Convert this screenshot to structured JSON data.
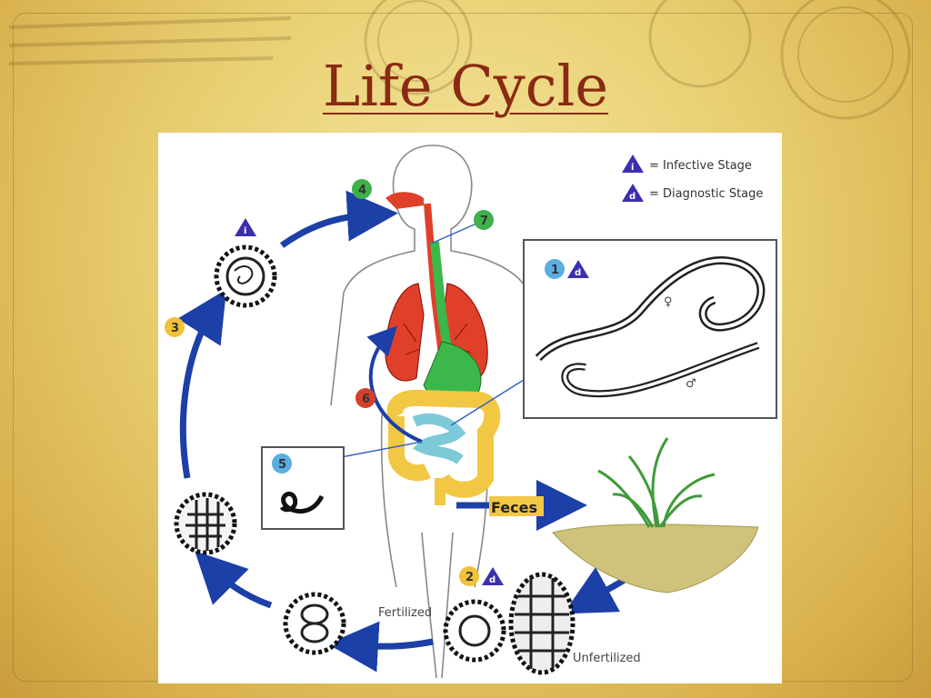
{
  "title": "Life Cycle",
  "legend": {
    "infective_symbol": "i",
    "infective_label": "= Infective Stage",
    "diagnostic_symbol": "d",
    "diagnostic_label": "= Diagnostic Stage"
  },
  "stages": {
    "s1": "1",
    "s2": "2",
    "s3": "3",
    "s4": "4",
    "s5": "5",
    "s6": "6",
    "s7": "7"
  },
  "labels": {
    "feces": "Feces",
    "fertilized": "Fertilized",
    "unfertilized": "Unfertilized",
    "female_symbol": "♀",
    "male_symbol": "♂"
  },
  "colors": {
    "title": "#8a2a12",
    "arrow": "#1c3fa8",
    "lungs": "#e0402a",
    "stomach": "#3cb84a",
    "intestine": "#f2c744",
    "small_intestine": "#7cc9d8",
    "green_badge": "#3fb04a",
    "yellow_badge": "#f0c23a",
    "red_badge": "#d6402a",
    "blue_badge": "#5aaee0",
    "triangle": "#3b2fb0"
  }
}
